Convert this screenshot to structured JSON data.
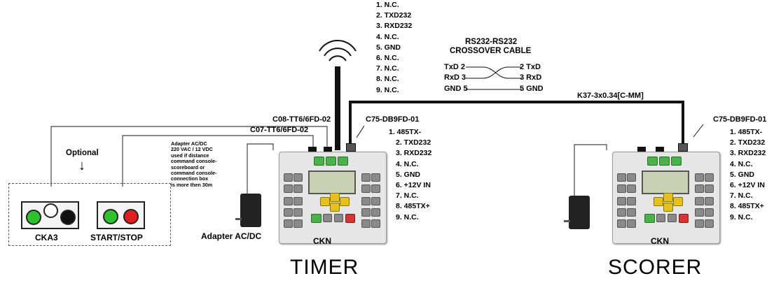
{
  "top_pinout": [
    "1. N.C.",
    "2. TXD232",
    "3. RXD232",
    "4. N.C.",
    "5. GND",
    "6. N.C.",
    "7. N.C.",
    "8. N.C.",
    "9. N.C."
  ],
  "crossover": {
    "title_line1": "RS232-RS232",
    "title_line2": "CROSSOVER CABLE",
    "left": [
      "TxD 2",
      "RxD 3",
      "GND 5"
    ],
    "right": [
      "2 TxD",
      "3 RxD",
      "5 GND"
    ]
  },
  "cable_label": "K37-3x0.34[C-MM]",
  "labels": {
    "c08": "C08-TT6/6FD-02",
    "c07": "C07-TT6/6FD-02",
    "c75_timer": "C75-DB9FD-01",
    "c75_scorer": "C75-DB9FD-01",
    "optional": "Optional",
    "arrow_down": "↓",
    "adapter_note": [
      "Adapter AC/DC",
      "220 VAC / 12 VDC",
      "used if distance",
      "command console-",
      "scoreboard or",
      "command console-",
      "connection box",
      "is more then 30m"
    ],
    "adapter": "Adapter AC/DC",
    "cka3": "CKA3",
    "startstop": "START/STOP",
    "ckn_timer": "CKN",
    "ckn_scorer": "CKN",
    "timer": "TIMER",
    "scorer": "SCORER"
  },
  "timer_pinout": [
    "1. 485TX-",
    "2. TXD232",
    "3. RXD232",
    "4. N.C.",
    "5. GND",
    "6. +12V IN",
    "7. N.C.",
    "8. 485TX+",
    "9. N.C."
  ],
  "scorer_pinout": [
    "1. 485TX-",
    "2. TXD232",
    "3. RXD232",
    "4. N.C.",
    "5. GND",
    "6. +12V IN",
    "7. N.C.",
    "8. 485TX+",
    "9. N.C."
  ],
  "colors": {
    "lamp_green": "#2ec22e",
    "lamp_red": "#e02020",
    "lamp_black": "#111111",
    "lamp_white": "#ffffff"
  }
}
